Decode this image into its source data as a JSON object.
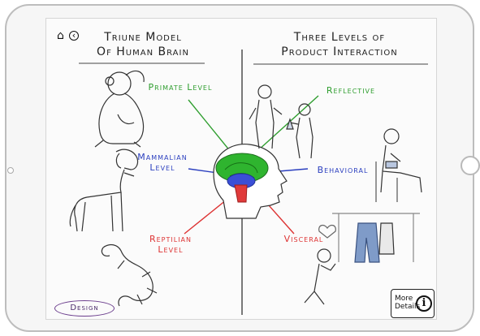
{
  "left_title": [
    "Triune Model",
    "Of Human Brain"
  ],
  "right_title": [
    "Three Levels of",
    "Product Interaction"
  ],
  "brain_levels": {
    "primate": "Primate Level",
    "mammalian": [
      "Mammalian",
      "Level"
    ],
    "reptilian": [
      "Reptilian",
      "Level"
    ]
  },
  "product_levels": {
    "reflective": "Reflective",
    "behavioral": "Behavioral",
    "visceral": "Visceral"
  },
  "buttons": {
    "design": "Design",
    "more_details": [
      "More",
      "Details"
    ],
    "info_glyph": "i",
    "home_glyph": "⌂",
    "back_glyph": "‹"
  },
  "colors": {
    "primate": "#2f9e2f",
    "mammalian": "#2b3fbf",
    "reptilian": "#d33333",
    "design_outline": "#6a3c8c"
  }
}
